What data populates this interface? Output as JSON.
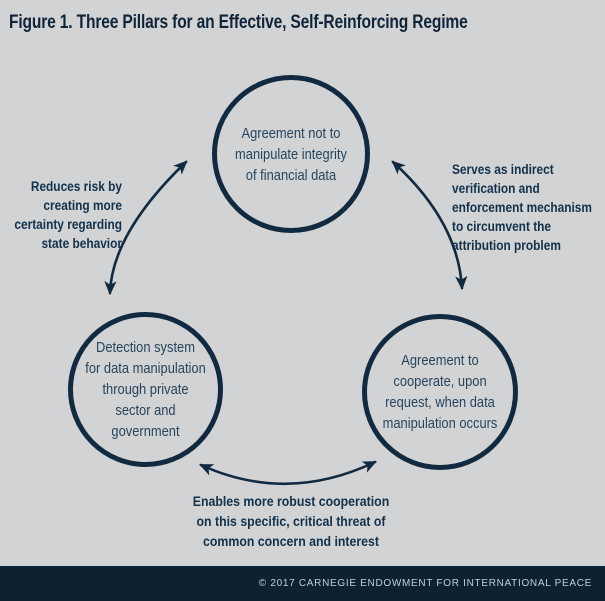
{
  "title": "Figure 1. Three Pillars for an Effective, Self-Reinforcing Regime",
  "colors": {
    "background": "#d2d3d4",
    "navy_line": "#112a40",
    "title_text": "#0f2438",
    "circle_text": "#27455d",
    "label_text": "#12314a",
    "footer_background": "#0c2233",
    "footer_text": "#c3cdd5"
  },
  "pillars": {
    "top": "Agreement not to\nmanipulate integrity\nof financial data",
    "bottom_left": "Detection system\nfor data manipulation\nthrough private\nsector and\ngovernment",
    "bottom_right": "Agreement to\ncooperate, upon\nrequest, when data\nmanipulation occurs"
  },
  "annotations": {
    "left": "Reduces risk by\ncreating more\ncertainty regarding\nstate behavior",
    "right": "Serves as indirect\nverification and\nenforcement mechanism\nto circumvent the\nattribution problem",
    "bottom": "Enables more robust cooperation\non this specific, critical threat of\ncommon concern and interest"
  },
  "footer": {
    "text": "© 2017 CARNEGIE ENDOWMENT FOR INTERNATIONAL PEACE"
  }
}
